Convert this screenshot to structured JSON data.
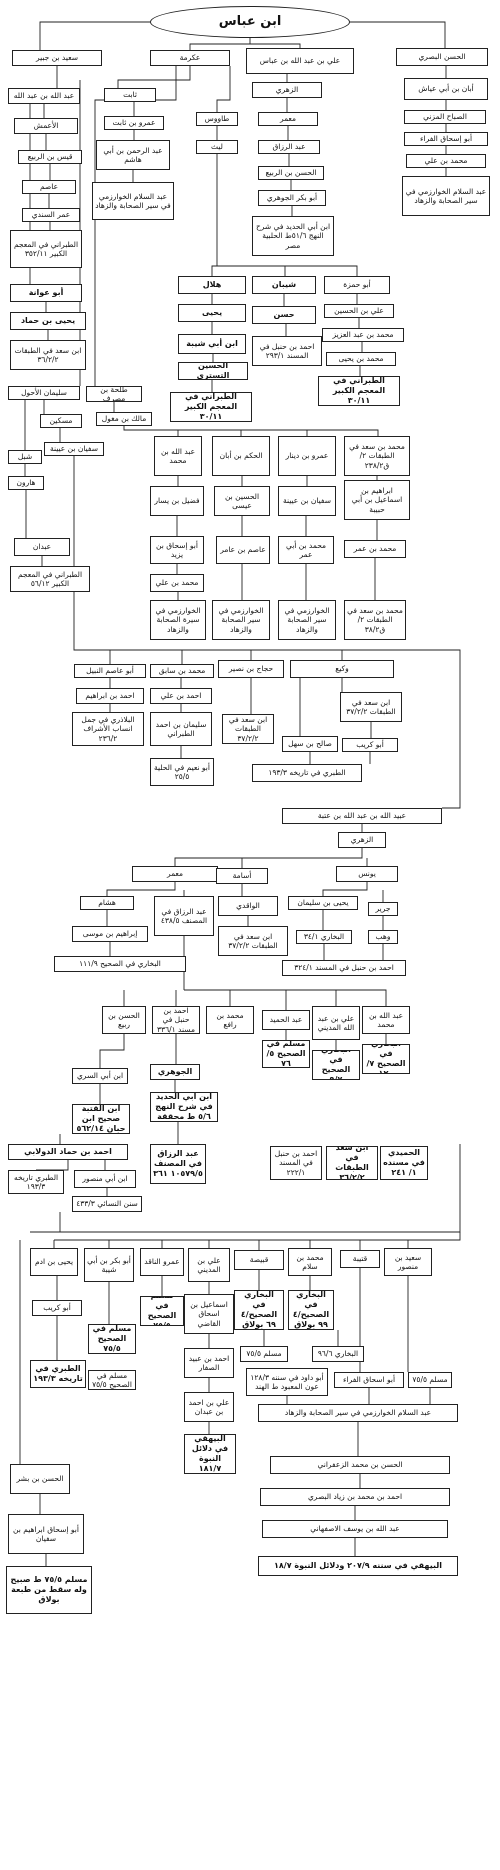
{
  "nodes": [
    {
      "id": "root",
      "text": "ابن عباس"
    },
    {
      "id": "n1",
      "text": "سعيد بن جبير"
    },
    {
      "id": "n2",
      "text": "عكرمة"
    },
    {
      "id": "n3",
      "text": "علي بن عبد الله بن عباس"
    },
    {
      "id": "n4",
      "text": "الحسن البصري"
    },
    {
      "id": "n5",
      "text": "عبد الله بن عبد الله"
    },
    {
      "id": "n6",
      "text": "الأعمش"
    },
    {
      "id": "n7",
      "text": "قيس بن الربيع"
    },
    {
      "id": "n8",
      "text": "عاصم"
    },
    {
      "id": "n9",
      "text": "عمر السندي"
    },
    {
      "id": "n10",
      "text": "الطبراني في المعجم الكبير ٣٥٢/١١"
    },
    {
      "id": "n11",
      "text": "أبو عوانة"
    },
    {
      "id": "n12",
      "text": "يحيى بن حماد"
    },
    {
      "id": "n13",
      "text": "ابن سعد في الطبقات ٣٦/٢/٢"
    },
    {
      "id": "n14",
      "text": "ثابت"
    },
    {
      "id": "n15",
      "text": "عمرو بن ثابت"
    },
    {
      "id": "n16",
      "text": "عبد الرحمن بن أبي هاشم"
    },
    {
      "id": "n17",
      "text": "عبد السلام الخوارزمي في سير الصحابة والزهاد"
    },
    {
      "id": "n18",
      "text": "الزهري"
    },
    {
      "id": "n19",
      "text": "معمر"
    },
    {
      "id": "n20",
      "text": "عبد الرزاق"
    },
    {
      "id": "n21",
      "text": "الحسن بن الربيع"
    },
    {
      "id": "n22",
      "text": "أبو بكر الجوهري"
    },
    {
      "id": "n23",
      "text": "ابن أبي الحديد في شرح النهج ٥١/٦ط الحلبية مصر"
    },
    {
      "id": "n24",
      "text": "طاووس"
    },
    {
      "id": "n25",
      "text": "ليث"
    },
    {
      "id": "n26",
      "text": "أبان بن أبي عياش"
    },
    {
      "id": "n27",
      "text": "الصباح المزني"
    },
    {
      "id": "n28",
      "text": "أبو إسحاق الفراء"
    },
    {
      "id": "n29",
      "text": "محمد بن علي"
    },
    {
      "id": "n30",
      "text": "عبد السلام الخوارزمي في سير الصحابة والزهاد"
    },
    {
      "id": "n31",
      "text": "هلال"
    },
    {
      "id": "n32",
      "text": "يحيى"
    },
    {
      "id": "n33",
      "text": "ابن أبي شيبة"
    },
    {
      "id": "n34",
      "text": "الحسين التستري"
    },
    {
      "id": "n35",
      "text": "الطبراني في المعجم الكبير ٣٠/١١"
    },
    {
      "id": "n36",
      "text": "شيبان"
    },
    {
      "id": "n37",
      "text": "حسن"
    },
    {
      "id": "n38",
      "text": "احمد بن حنبل في المسند ٢٩٣/١"
    },
    {
      "id": "n39",
      "text": "أبو حمزة"
    },
    {
      "id": "n40",
      "text": "علي بن الحسين"
    },
    {
      "id": "n41",
      "text": "محمد بن عبد العزيز"
    },
    {
      "id": "n42",
      "text": "محمد بن يحيى"
    },
    {
      "id": "n43",
      "text": "الطبراني في المعجم الكبير ٣٠/١١"
    },
    {
      "id": "n44",
      "text": "طلحة بن مصرف"
    },
    {
      "id": "n45",
      "text": "مالك بن مغول"
    },
    {
      "id": "n46",
      "text": "سليمان الأحول"
    },
    {
      "id": "n47",
      "text": "مسكين"
    },
    {
      "id": "n48",
      "text": "سفيان بن عيينة"
    },
    {
      "id": "n49",
      "text": "شبل"
    },
    {
      "id": "n50",
      "text": "هارون"
    },
    {
      "id": "n51",
      "text": "عبدان"
    },
    {
      "id": "n52",
      "text": "الطبراني في المعجم الكبير ٥٦/١٢"
    },
    {
      "id": "n53",
      "text": "عبد الله بن محمد"
    },
    {
      "id": "n54",
      "text": "الحكم بن أبان"
    },
    {
      "id": "n55",
      "text": "عمرو بن دينار"
    },
    {
      "id": "n56",
      "text": "محمد بن سعد في الطبقات ٢/ ق٢٣٨/٢"
    },
    {
      "id": "n57",
      "text": "فضيل بن يسار"
    },
    {
      "id": "n58",
      "text": "الحسين بن عيسى"
    },
    {
      "id": "n59",
      "text": "سفيان بن عيينة"
    },
    {
      "id": "n60",
      "text": "ابراهيم بن اسماعيل بن أبي حبيبة"
    },
    {
      "id": "n61",
      "text": "أبو إسحاق بن يزيد"
    },
    {
      "id": "n62",
      "text": "عاصم بن عامر"
    },
    {
      "id": "n63",
      "text": "محمد بن أبي عمر"
    },
    {
      "id": "n64",
      "text": "محمد بن عمر"
    },
    {
      "id": "n65",
      "text": "محمد بن علي"
    },
    {
      "id": "n66",
      "text": "الخوارزمي في سيرة الصحابة والزهاد"
    },
    {
      "id": "n67",
      "text": "الخوارزمي في سير الصحابة والزهاد"
    },
    {
      "id": "n68",
      "text": "الخوارزمي في سير الصحابة والزهاد"
    },
    {
      "id": "n69",
      "text": "محمد بن سعد في الطبقات ٢/ ق٣٨/٢"
    },
    {
      "id": "n70",
      "text": "أبو عاصم النبيل"
    },
    {
      "id": "n71",
      "text": "محمد بن سابق"
    },
    {
      "id": "n72",
      "text": "حجاج بن نصير"
    },
    {
      "id": "n73",
      "text": "وكيع"
    },
    {
      "id": "n74",
      "text": "احمد بن ابراهيم"
    },
    {
      "id": "n75",
      "text": "احمد بن علي"
    },
    {
      "id": "n76",
      "text": "البلاذري في جمل انساب الأشراف ٢٣٦/٢"
    },
    {
      "id": "n77",
      "text": "سليمان بن احمد الطبراني"
    },
    {
      "id": "n78",
      "text": "ابن سعد في الطبقات ٣٧/٢/٢"
    },
    {
      "id": "n79",
      "text": "ابن سعد في الطبقات ٣٧/٢/٢"
    },
    {
      "id": "n80",
      "text": "أبو كريب"
    },
    {
      "id": "n81",
      "text": "صالح بن سهل"
    },
    {
      "id": "n82",
      "text": "أبو نعيم في الحلية ٢٥/٥"
    },
    {
      "id": "n83",
      "text": "الطبري في تاريخه ١٩٣/٣"
    },
    {
      "id": "n84",
      "text": "عبيد الله بن عبد الله بن عتبة"
    },
    {
      "id": "n85",
      "text": "الزهري"
    },
    {
      "id": "n86",
      "text": "معمر"
    },
    {
      "id": "n87",
      "text": "أسامة"
    },
    {
      "id": "n88",
      "text": "يونس"
    },
    {
      "id": "n89",
      "text": "هشام"
    },
    {
      "id": "n90",
      "text": "عبد الرزاق في المصنف ٤٣٨/٥"
    },
    {
      "id": "n91",
      "text": "الواقدي"
    },
    {
      "id": "n92",
      "text": "يحيى بن سليمان"
    },
    {
      "id": "n93",
      "text": "جرير"
    },
    {
      "id": "n94",
      "text": "إبراهيم بن موسى"
    },
    {
      "id": "n95",
      "text": "ابن سعد في الطبقات ٣٧/٢/٢"
    },
    {
      "id": "n96",
      "text": "البخاري ٣٤/١"
    },
    {
      "id": "n97",
      "text": "وهب"
    },
    {
      "id": "n98",
      "text": "البخاري في الصحيح ١١١/٩"
    },
    {
      "id": "n99",
      "text": "احمد بن حنبل في المسند ٣٢٤/١"
    },
    {
      "id": "n100",
      "text": "الحسن بن ربيع"
    },
    {
      "id": "n101",
      "text": "احمد بن حنبل في مسند ٣٣٦/١"
    },
    {
      "id": "n102",
      "text": "محمد بن رافع"
    },
    {
      "id": "n103",
      "text": "عبد الحميد"
    },
    {
      "id": "n104",
      "text": "علي بن عبد الله المديني"
    },
    {
      "id": "n105",
      "text": "عبد الله بن محمد"
    },
    {
      "id": "n106",
      "text": "ابن أبي السري"
    },
    {
      "id": "n107",
      "text": "الجوهري"
    },
    {
      "id": "n108",
      "text": "مسلم في الصحيح ٥/ ٧٦"
    },
    {
      "id": "n109",
      "text": "البخاري في الصحيح ٩/٧"
    },
    {
      "id": "n110",
      "text": "البخاري في الصحيح ٧/ ١٢٠"
    },
    {
      "id": "n111",
      "text": "ابن أبي الحديد في شرح النهج ٥/٦ ط محققة"
    },
    {
      "id": "n112",
      "text": "ابن القتبة صحيح ابن حبان ٥٦٢/١٤"
    },
    {
      "id": "n113",
      "text": "احمد بن حماد الدولابي"
    },
    {
      "id": "n114",
      "text": "عبد الرزاق في المصنف ١٠٥٧٩/٥ ٣٦١"
    },
    {
      "id": "n115",
      "text": "احمد بن حنبل في المسند ٢٢٢/١"
    },
    {
      "id": "n116",
      "text": "ابن سعد في الطبقات ٣٦/٢/٢"
    },
    {
      "id": "n117",
      "text": "الحميدي في مسنده ١/ ٢٤١"
    },
    {
      "id": "n118",
      "text": "الطبري تاريخه ١٩٣/٣"
    },
    {
      "id": "n119",
      "text": "ابن أبي منصور"
    },
    {
      "id": "n120",
      "text": "سنن النسائي ٤٣٣/٣"
    },
    {
      "id": "n121",
      "text": "يحيى بن ادم"
    },
    {
      "id": "n122",
      "text": "أبو بكر بن أبي شيبة"
    },
    {
      "id": "n123",
      "text": "عمرو الناقد"
    },
    {
      "id": "n124",
      "text": "علي بن المديني"
    },
    {
      "id": "n125",
      "text": "قبيصة"
    },
    {
      "id": "n126",
      "text": "محمد بن سلام"
    },
    {
      "id": "n127",
      "text": "قتيبة"
    },
    {
      "id": "n128",
      "text": "سعيد بن منصور"
    },
    {
      "id": "n129",
      "text": "أبو كريب"
    },
    {
      "id": "n130",
      "text": "مسلم في الصحيح ٧٥/٥"
    },
    {
      "id": "n131",
      "text": "مسلم في الصحيح ٧٥/٥"
    },
    {
      "id": "n132",
      "text": "اسماعيل بن اسحاق القاضي"
    },
    {
      "id": "n133",
      "text": "البخاري في الصحيح/٤ ٦٩ بولاق"
    },
    {
      "id": "n134",
      "text": "البخاري في الصحيح/٤ ٩٩ بولاق"
    },
    {
      "id": "n135",
      "text": "الطبري في تاريخه ١٩٣/٣"
    },
    {
      "id": "n136",
      "text": "مسلم في الصحيح ٧٥/٥"
    },
    {
      "id": "n137",
      "text": "احمد بن عبيد الصفار"
    },
    {
      "id": "n138",
      "text": "مسلم ٧٥/٥"
    },
    {
      "id": "n139",
      "text": "البخاري ٩٦/٦"
    },
    {
      "id": "n140",
      "text": "علي بن احمد بن عبدان"
    },
    {
      "id": "n141",
      "text": "أبو داود في سننه ١٢٨/٣ عون المعبود ط الهند"
    },
    {
      "id": "n142",
      "text": "أبو اسحاق الفراء"
    },
    {
      "id": "n143",
      "text": "مسلم ٧٥/٥"
    },
    {
      "id": "n144",
      "text": "البيهقي في دلائل النبوة ١٨١/٧"
    },
    {
      "id": "n145",
      "text": "عبد السلام الخوارزمي في سير الصحابة والزهاد"
    },
    {
      "id": "n146",
      "text": "الحسن بن بشر"
    },
    {
      "id": "n147",
      "text": "الحسن بن محمد الزعفراني"
    },
    {
      "id": "n148",
      "text": "أبو إسحاق ابراهيم بن سفيان"
    },
    {
      "id": "n149",
      "text": "احمد بن محمد بن زياد البصري"
    },
    {
      "id": "n150",
      "text": "عبد الله بن يوسف الاصفهاني"
    },
    {
      "id": "n151",
      "text": "مسلم ٧٥/٥ ط صبيح وله سقط من طبعة بولاق"
    },
    {
      "id": "n152",
      "text": "البيهقي في سننه ٢٠٧/٩ ودلائل النبوة ١٨/٧"
    }
  ]
}
